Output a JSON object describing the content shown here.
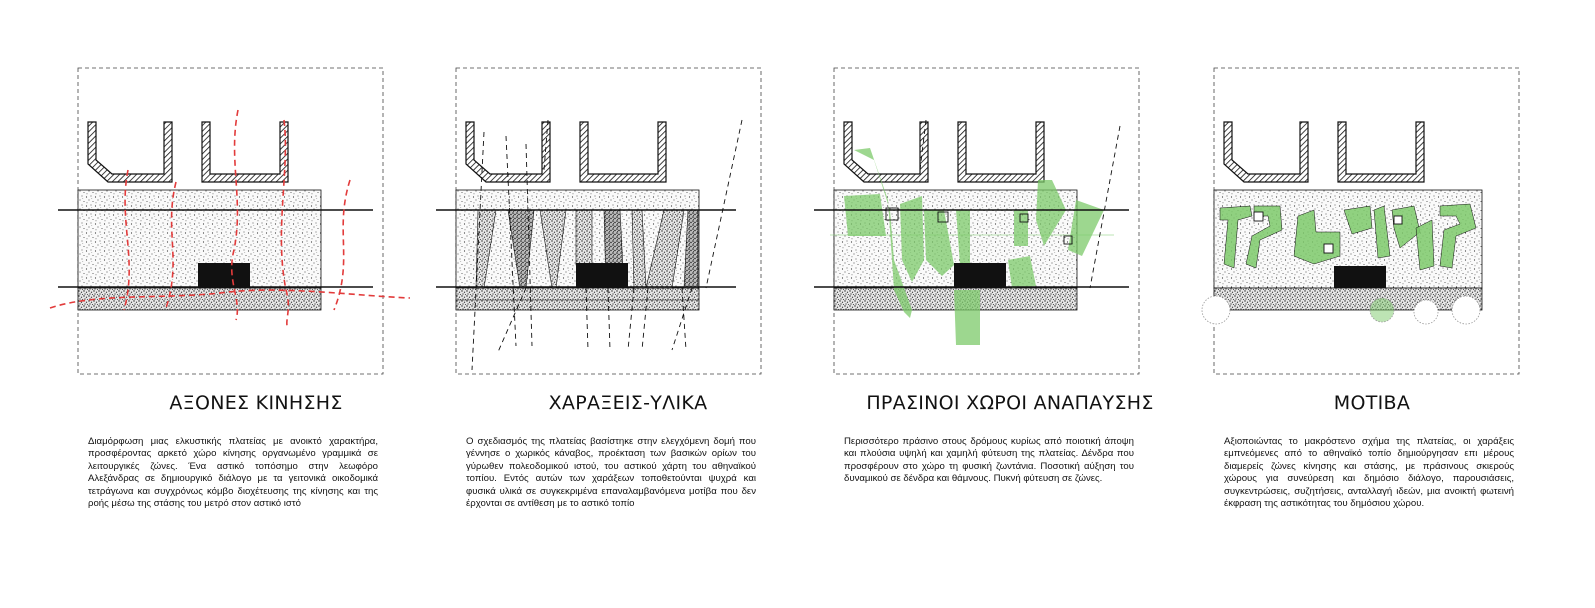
{
  "panels": [
    {
      "title": "ΑΞΟΝΕΣ ΚΙΝΗΣΗΣ",
      "text": "Διαμόρφωση μιας ελκυστικής πλατείας με ανοικτό χαρακτήρα, προσφέροντας αρκετό χώρο κίνησης οργανωμένο γραμμικά σε λειτουργικές ζώνες. Ένα αστικό τοπόσημο στην λεωφόρο Αλεξάνδρας σε δημιουργικό διάλογο με τα γειτονικά οικοδομικά τετράγωνα και συγχρόνως κόμβο διοχέτευσης της κίνησης και της ροής μέσω της στάσης του μετρό στον αστικό ιστό"
    },
    {
      "title": "ΧΑΡΑΞΕΙΣ-ΥΛΙΚΑ",
      "text": "Ο σχεδιασμός της πλατείας βασίστηκε στην ελεγχόμενη δομή που γέννησε ο χωρικός κάναβος, προέκταση των βασικών ορίων του γύρωθεν πολεοδομικού ιστού, του αστικού χάρτη του αθηναϊκού τοπίου. Εντός αυτών των χαράξεων τοποθετούνται ψυχρά και φυσικά υλικά σε συγκεκριμένα επαναλαμβανόμενα μοτίβα που δεν έρχονται σε αντίθεση με το αστικό τοπίο"
    },
    {
      "title": "ΠΡΑΣΙΝΟΙ ΧΩΡΟΙ ΑΝΑΠΑΥΣΗΣ",
      "text": "Περισσότερο πράσινο στους δρόμους κυρίως από ποιοτική άποψη και πλούσια υψηλή και χαμηλή φύτευση της πλατείας. Δένδρα που προσφέρουν στο χώρο τη φυσική ζωντάνια. Ποσοτική αύξηση του δυναμικού σε δένδρα και θάμνους. Πυκνή φύτευση σε ζώνες."
    },
    {
      "title": "ΜΟΤΙΒΑ",
      "text": "Αξιοποιώντας το μακρόστενο σχήμα της πλατείας, οι χαράξεις εμπνεόμενες από το αθηναϊκό τοπίο δημιούργησαν επι μέρους διαμερείς ζώνες κίνησης και στάσης, με πράσινους σκιερούς χώρους για συνεύρεση και δημόσιο διάλογο, παρουσιάσεις, συγκεντρώσεις, συζητήσεις, ανταλλαγή ιδεών, μια ανοικτή φωτεινή έκφραση της αστικότητας του δημόσιου χώρου."
    }
  ],
  "colors": {
    "movement_axes": "#e23b3b",
    "greenery": "#7cc96a",
    "ink": "#111111"
  }
}
